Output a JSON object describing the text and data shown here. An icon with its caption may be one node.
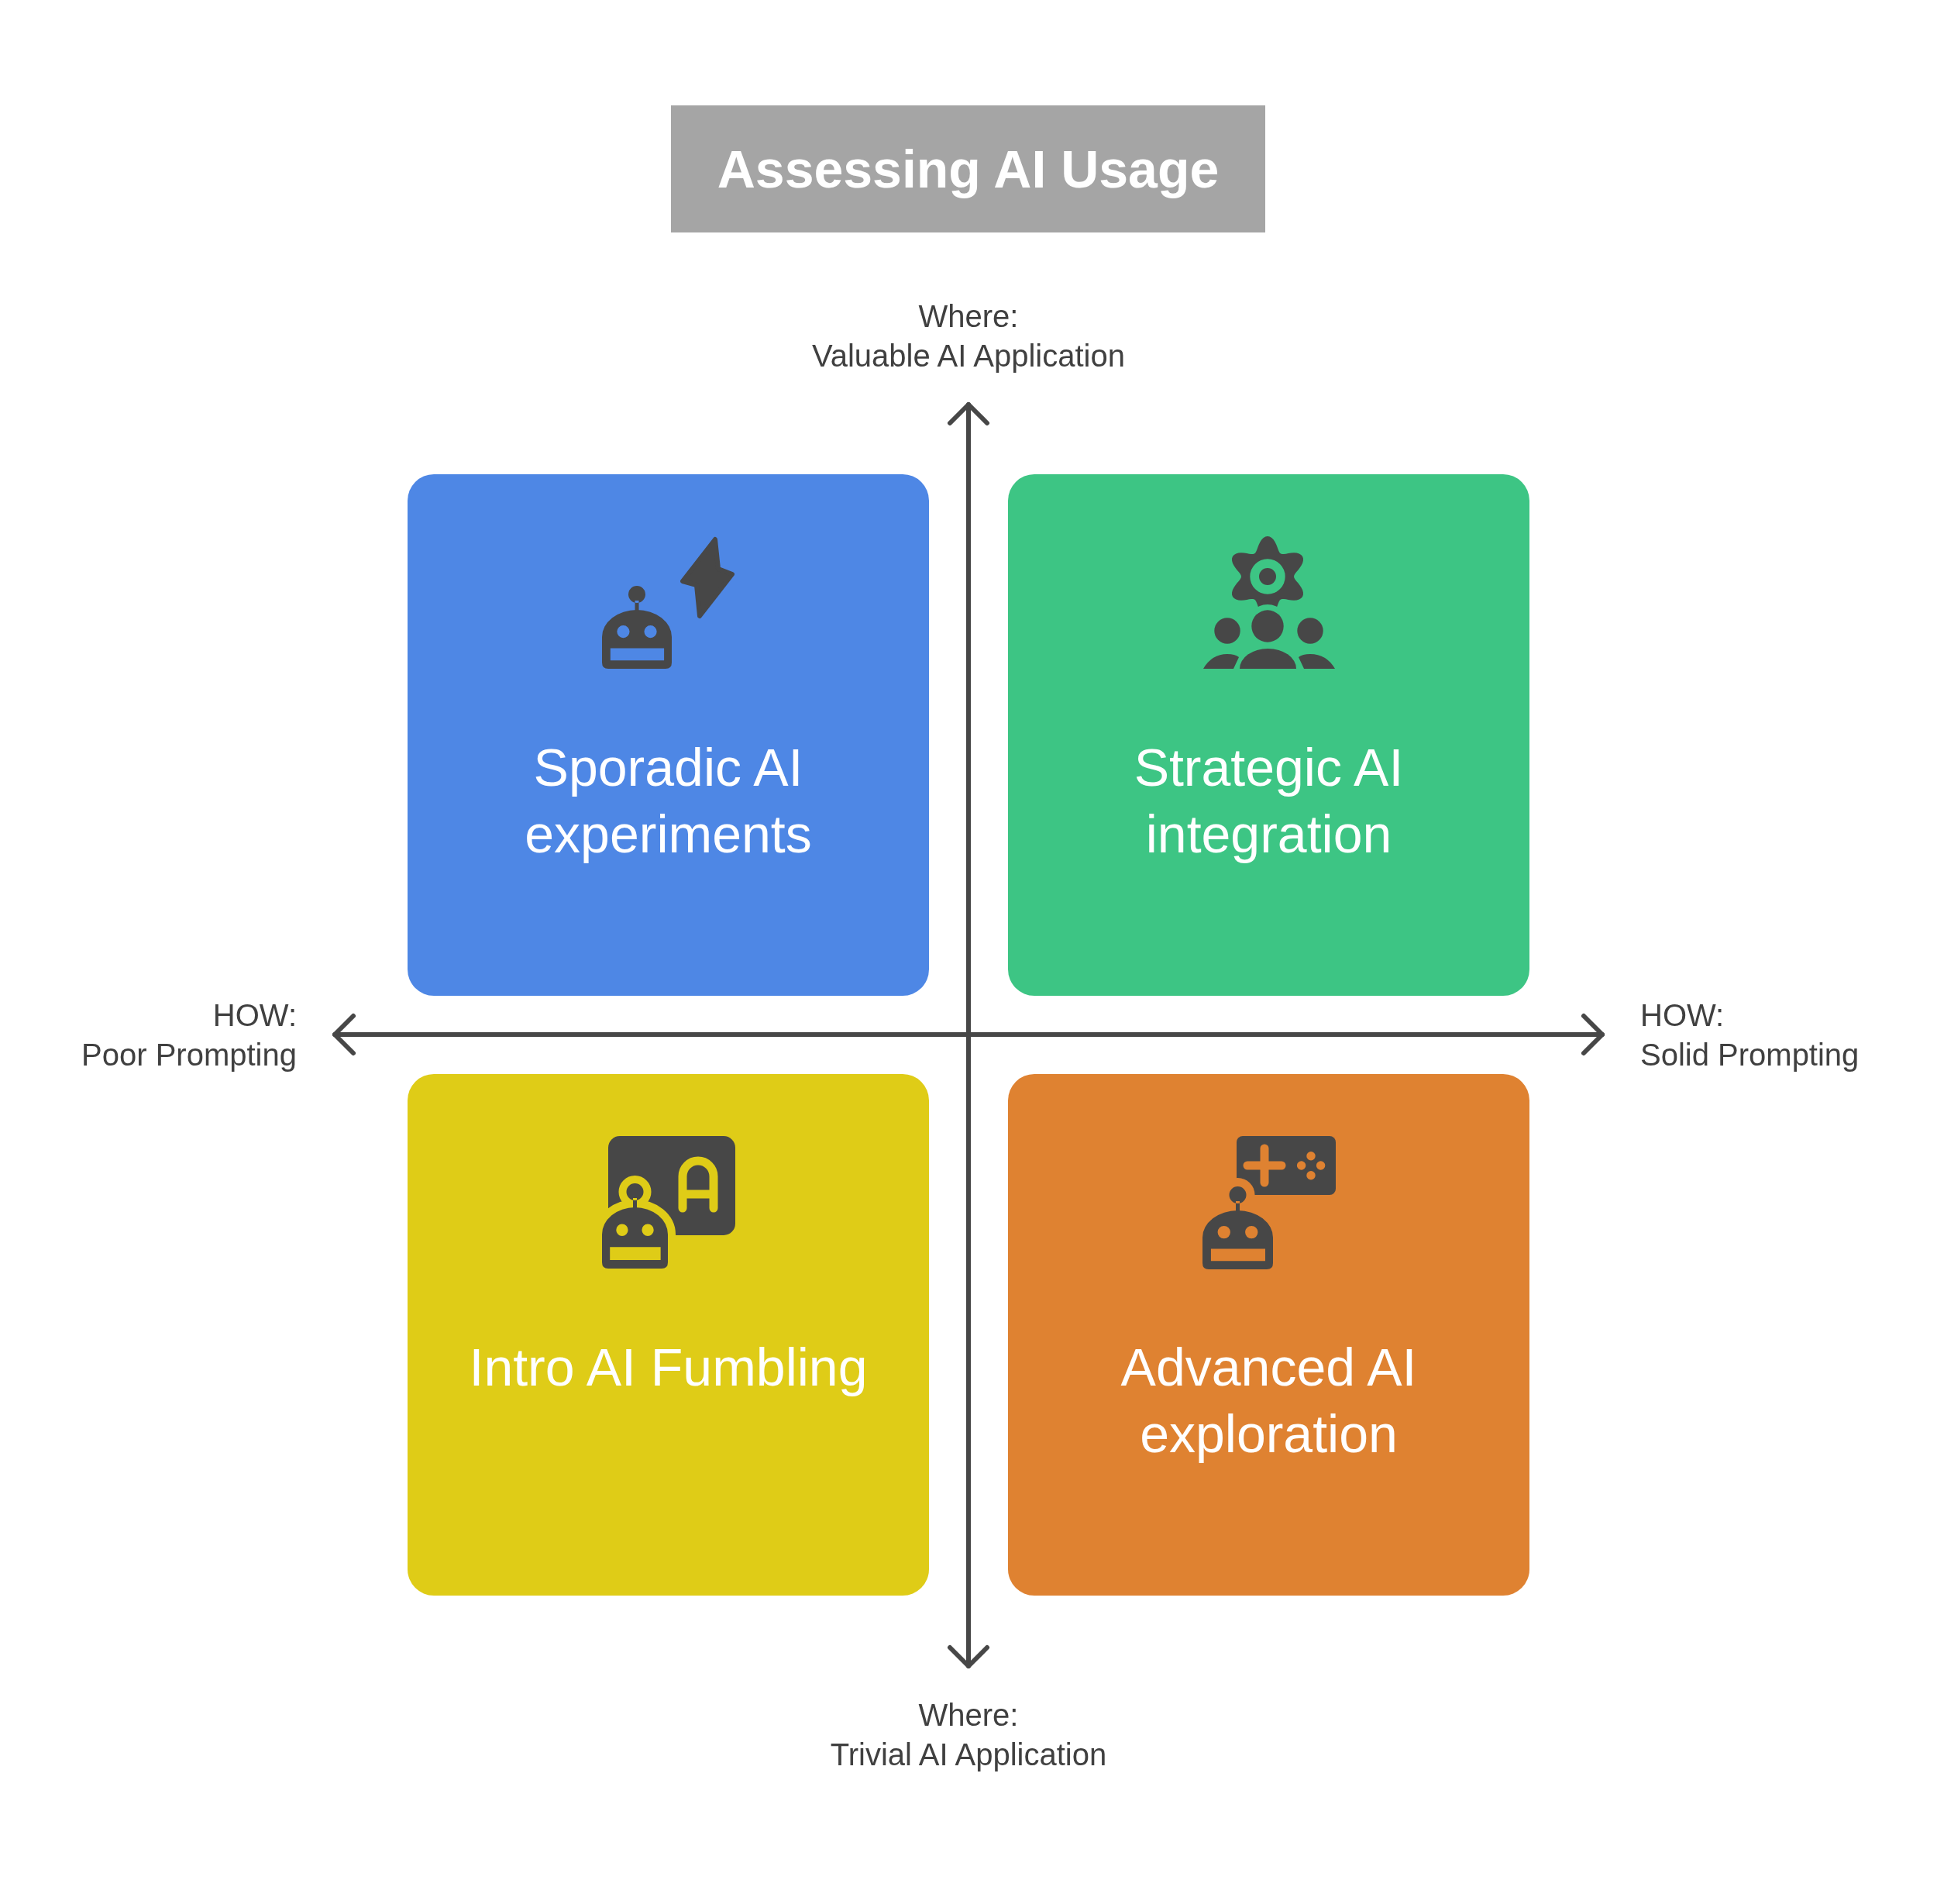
{
  "diagram": {
    "title": "Assessing AI Usage",
    "nodes": [
      {
        "text": [
          "Sporadic AI experiments"
        ]
      },
      {
        "text": [
          "Strategic AI integration"
        ]
      },
      {
        "text": [
          "Intro AI Fumbling"
        ]
      },
      {
        "text": [
          "Advanced AI exploration"
        ]
      }
    ],
    "labels": [
      "Where:",
      "Valuable AI Application",
      "HOW:",
      "Poor Prompting",
      "HOW:",
      "Solid Prompting",
      "Where:",
      "Trivial AI Application"
    ]
  }
}
